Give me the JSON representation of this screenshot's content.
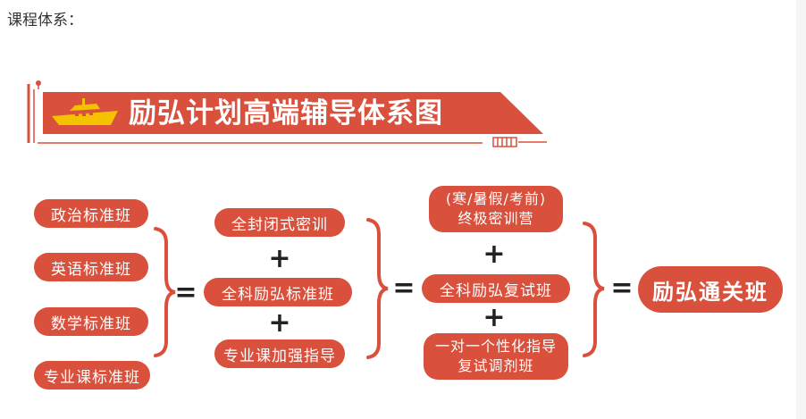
{
  "heading": "课程体系：",
  "banner": {
    "title": "励弘计划高端辅导体系图",
    "colors": {
      "red": "#d9503c",
      "ship": "#f5c200"
    }
  },
  "column1": [
    "政治标准班",
    "英语标准班",
    "数学标准班",
    "专业课标准班"
  ],
  "column2": [
    "全封闭式密训",
    "全科励弘标准班",
    "专业课加强指导"
  ],
  "column3": {
    "item1": {
      "line1": "(寒/暑假/考前)",
      "line2": "终极密训营"
    },
    "item2": "全科励弘复试班",
    "item3": {
      "line1": "一对一个性化指导",
      "line2": "复试调剂班"
    }
  },
  "result": "励弘通关班",
  "symbols": {
    "plus": "+",
    "equals": "="
  },
  "colors": {
    "pill": "#d9503c",
    "bracket": "#d9503c",
    "text": "#222222"
  }
}
